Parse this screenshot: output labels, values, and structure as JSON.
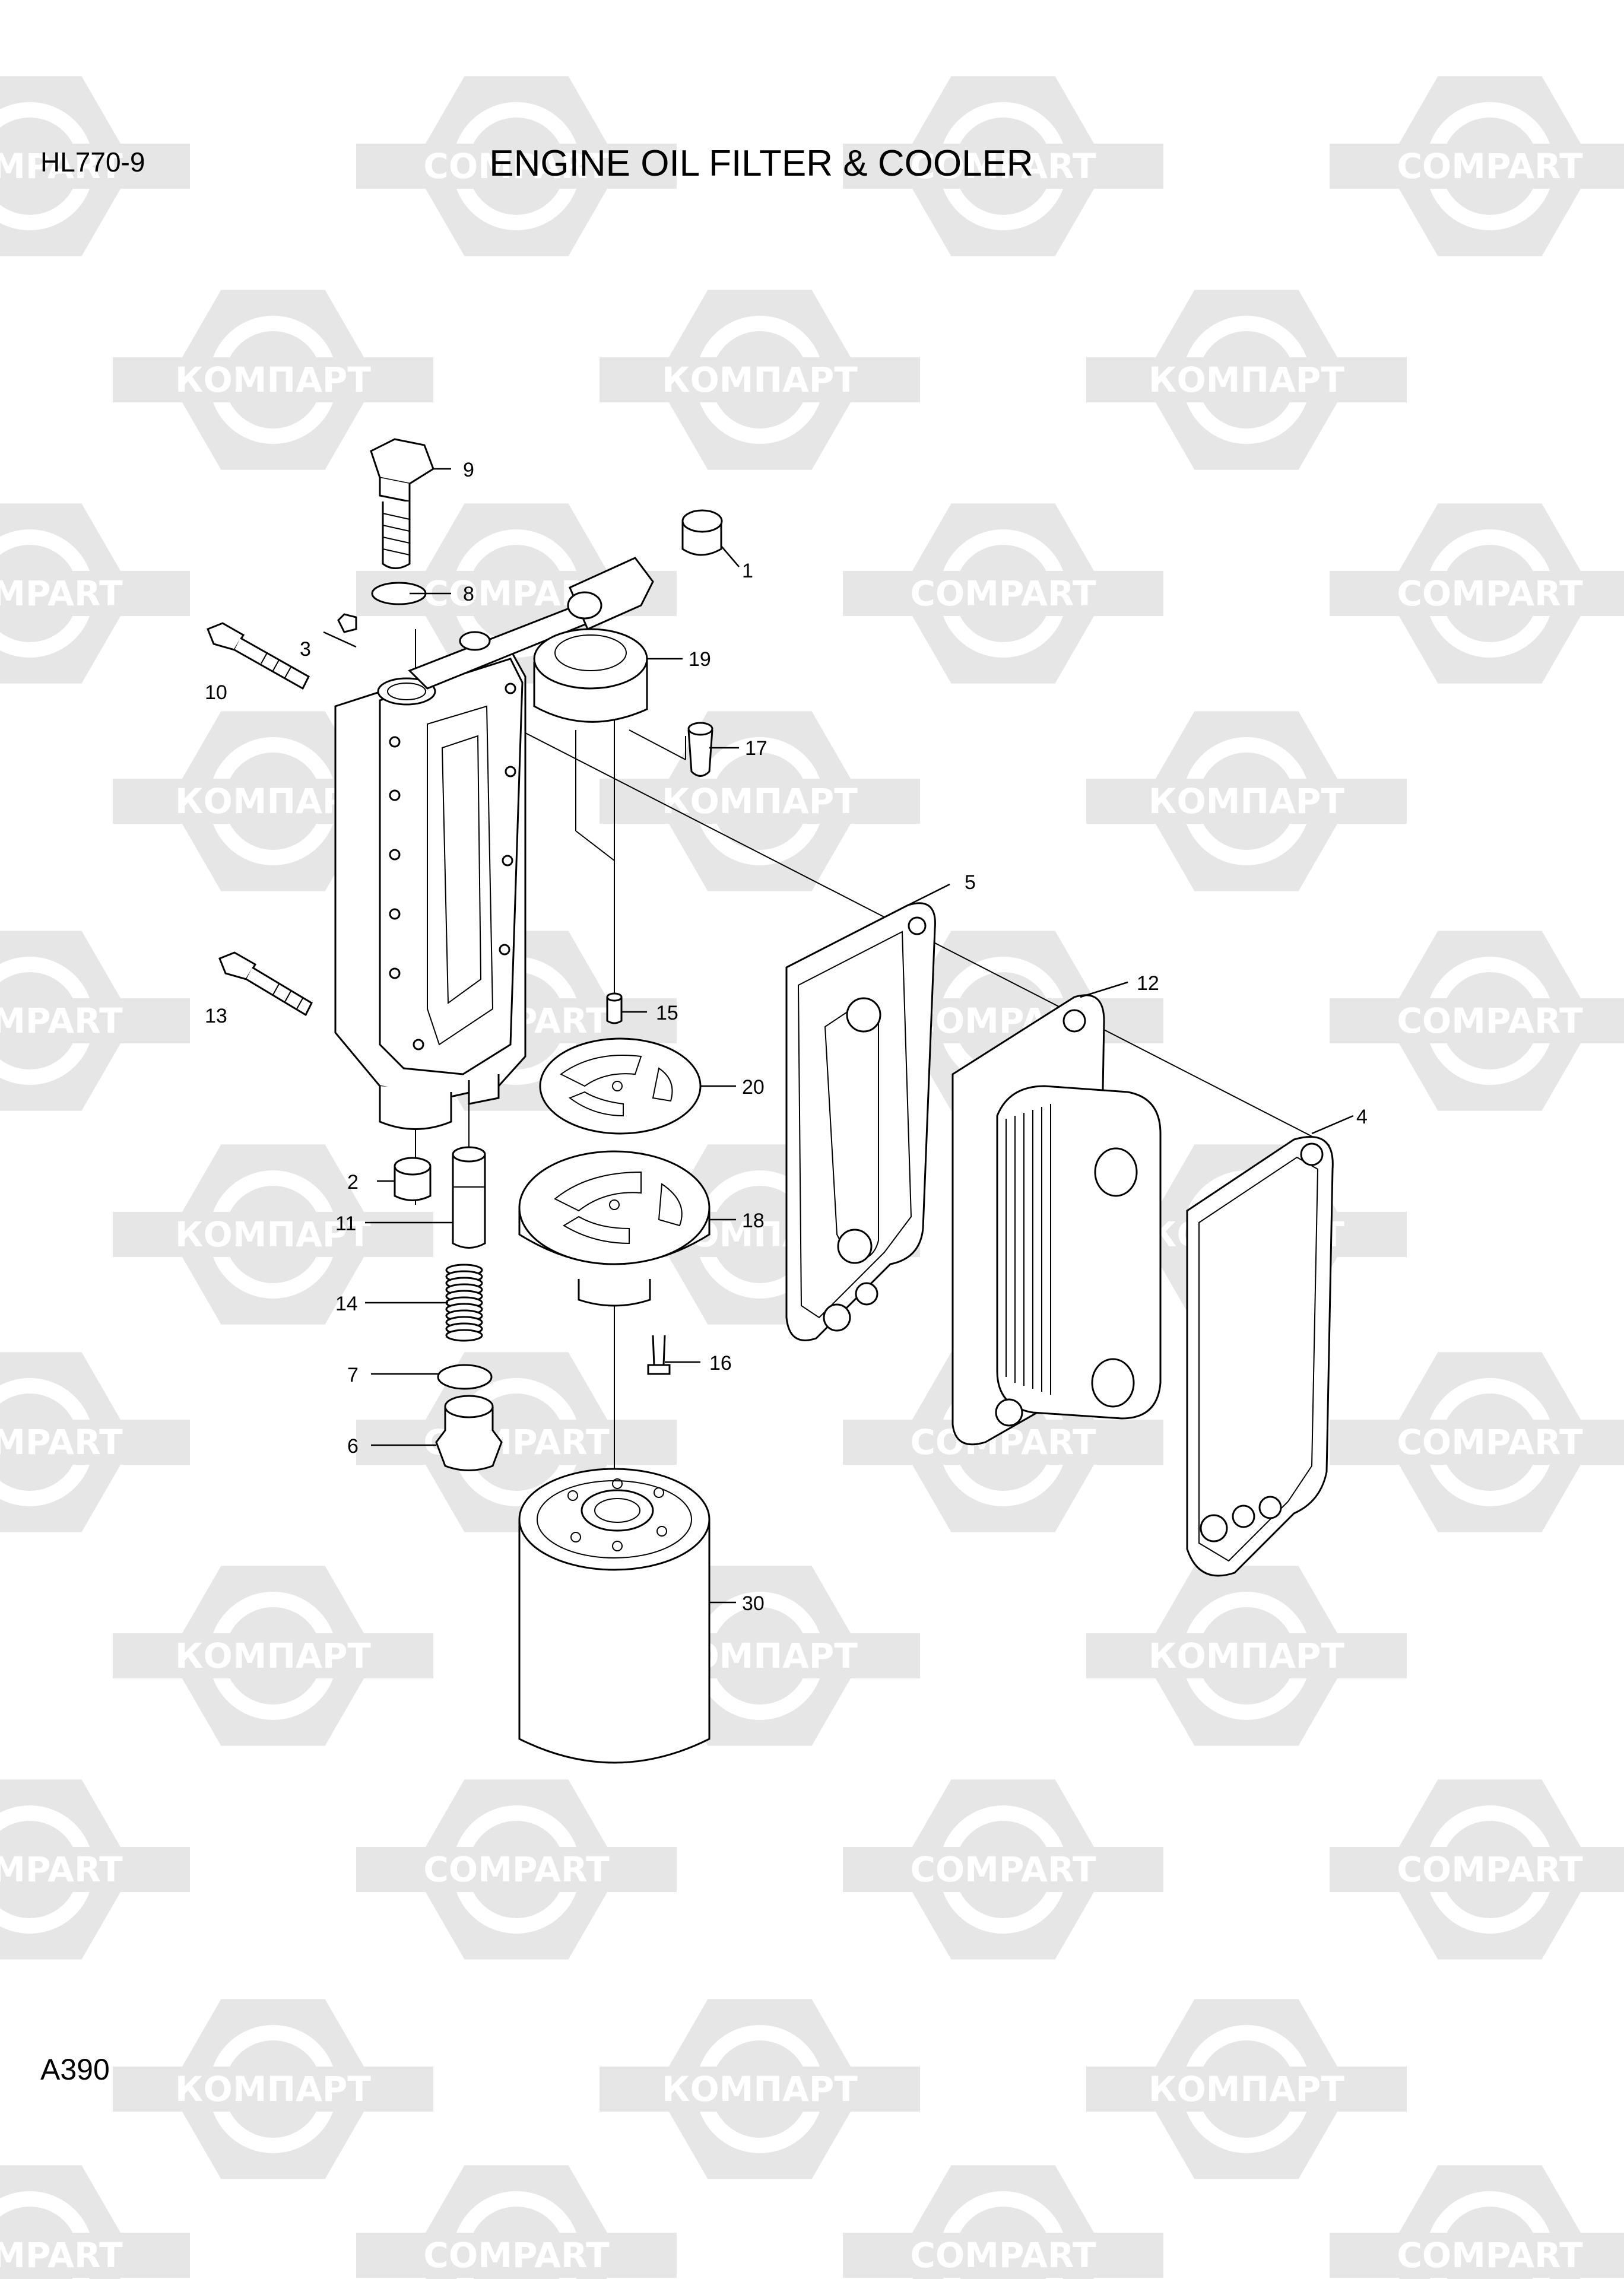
{
  "header": {
    "model": "HL770-9",
    "title": "ENGINE OIL FILTER & COOLER"
  },
  "footer": {
    "page_code": "A390"
  },
  "watermark": {
    "text_a": "КОМПАРТ",
    "text_b": "COMPART",
    "color": "#e6e6e6"
  },
  "callouts": [
    "1",
    "2",
    "3",
    "4",
    "5",
    "6",
    "7",
    "8",
    "9",
    "10",
    "11",
    "12",
    "13",
    "14",
    "15",
    "16",
    "17",
    "18",
    "19",
    "20",
    "30"
  ]
}
